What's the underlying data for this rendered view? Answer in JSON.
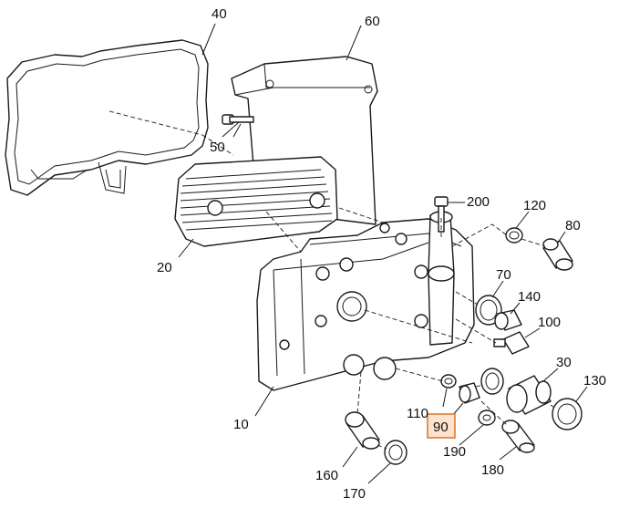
{
  "labels": {
    "l10": "10",
    "l20": "20",
    "l30": "30",
    "l40": "40",
    "l50": "50",
    "l60": "60",
    "l70": "70",
    "l80": "80",
    "l90": "90",
    "l100": "100",
    "l110": "110",
    "l120": "120",
    "l130": "130",
    "l140": "140",
    "l160": "160",
    "l170": "170",
    "l180": "180",
    "l190": "190",
    "l200": "200"
  },
  "highlight": {
    "part": "90",
    "fill": "#fde3cf",
    "stroke": "#e07a33"
  }
}
